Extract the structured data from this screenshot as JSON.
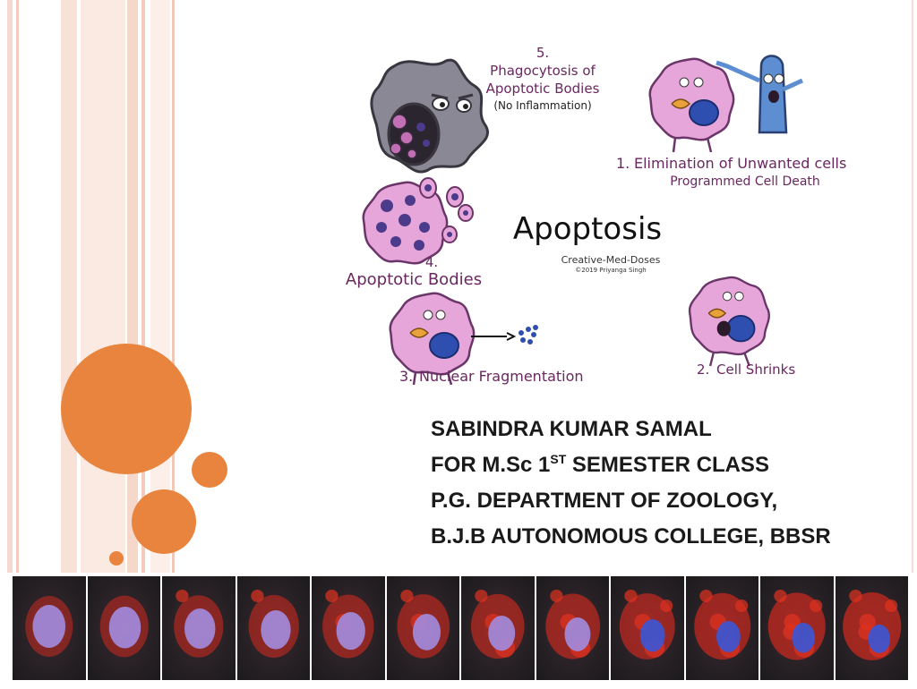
{
  "illustration": {
    "title": "Apoptosis",
    "credit": "Creative-Med-Doses",
    "copyright": "©2019 Priyanga Singh",
    "stages": [
      {
        "number": "1.",
        "label": "Elimination of Unwanted cells",
        "sublabel": "Programmed Cell Death"
      },
      {
        "number": "2.",
        "label": "Cell Shrinks",
        "sublabel": ""
      },
      {
        "number": "3.",
        "label": "Nuclear Fragmentation",
        "sublabel": ""
      },
      {
        "number": "4.",
        "label": "Apoptotic Bodies",
        "sublabel": ""
      },
      {
        "number": "5.",
        "label": "Phagocytosis of",
        "label2": "Apoptotic Bodies",
        "sublabel": "(No Inflammation)"
      }
    ]
  },
  "author": {
    "name": "SABINDRA KUMAR SAMAL",
    "class_prefix": "FOR M.Sc 1",
    "class_sup": "ST",
    "class_suffix": " SEMESTER CLASS",
    "department": "P.G. DEPARTMENT OF ZOOLOGY,",
    "college": "B.J.B AUTONOMOUS COLLEGE, BBSR"
  },
  "micrograph_frames": [
    1,
    2,
    3,
    4,
    5,
    6,
    7,
    8,
    9,
    10,
    11,
    12
  ],
  "colors": {
    "orange": "#e8843d",
    "cell_pink": "#e7a6d9",
    "cell_outline": "#6a3568",
    "nucleus_blue": "#2f4fb0",
    "macrophage_gray": "#8a8894"
  }
}
